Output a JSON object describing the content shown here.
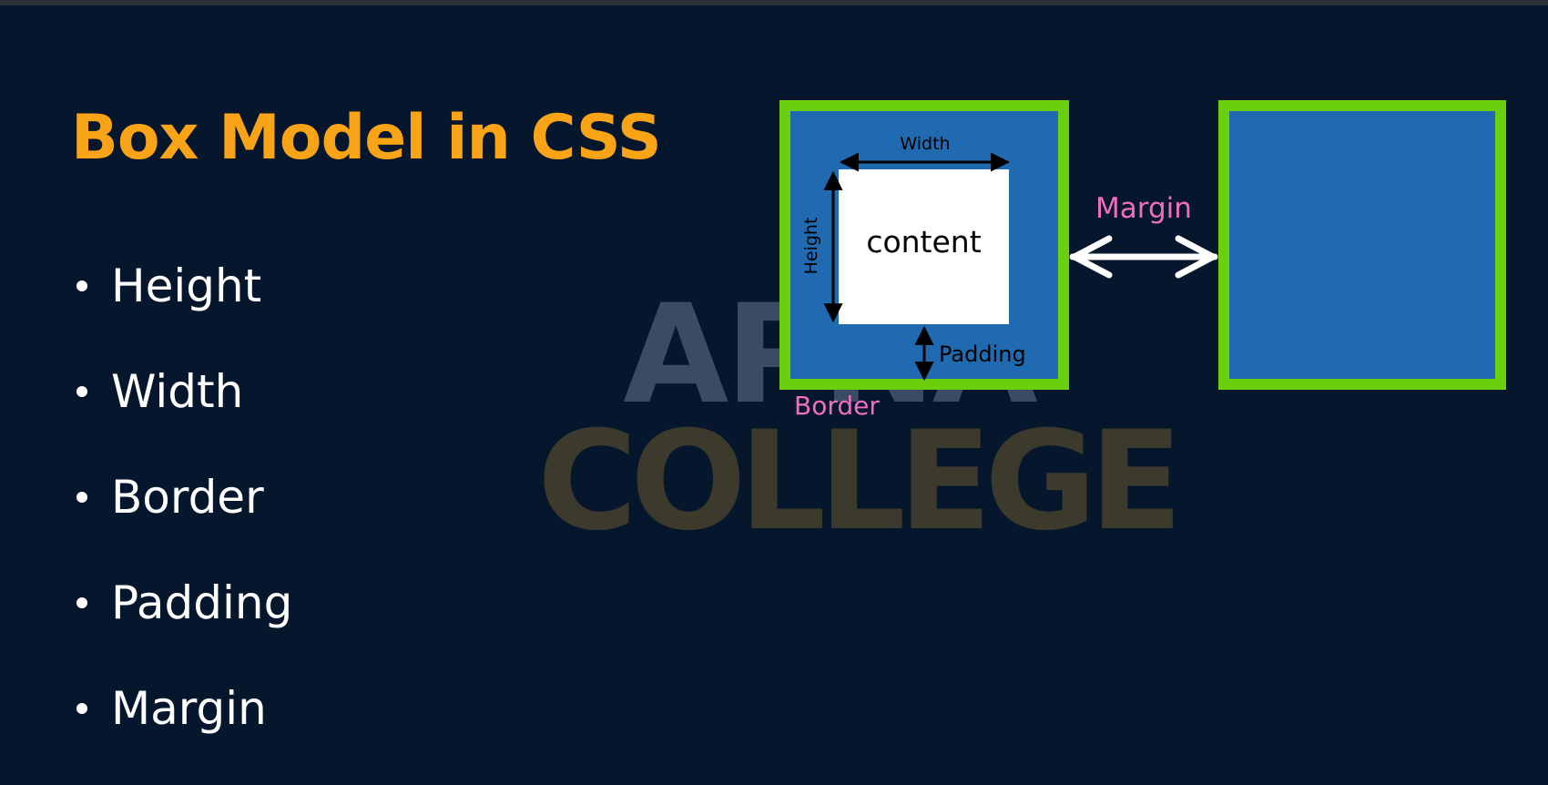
{
  "slide": {
    "title": "Box Model in CSS",
    "bullets": [
      "Height",
      "Width",
      "Border",
      "Padding",
      "Margin"
    ]
  },
  "diagram": {
    "content_label": "content",
    "width_label": "Width",
    "height_label": "Height",
    "padding_label": "Padding",
    "border_label": "Border",
    "margin_label": "Margin"
  },
  "watermark": {
    "line1": "APNA",
    "line2": "COLLEGE"
  },
  "colors": {
    "background": "#06162d",
    "title": "#f8a416",
    "box_fill": "#1f6ab0",
    "border_green": "#6ccf0c",
    "pink_label": "#f06ec0",
    "content_fill": "#ffffff"
  }
}
